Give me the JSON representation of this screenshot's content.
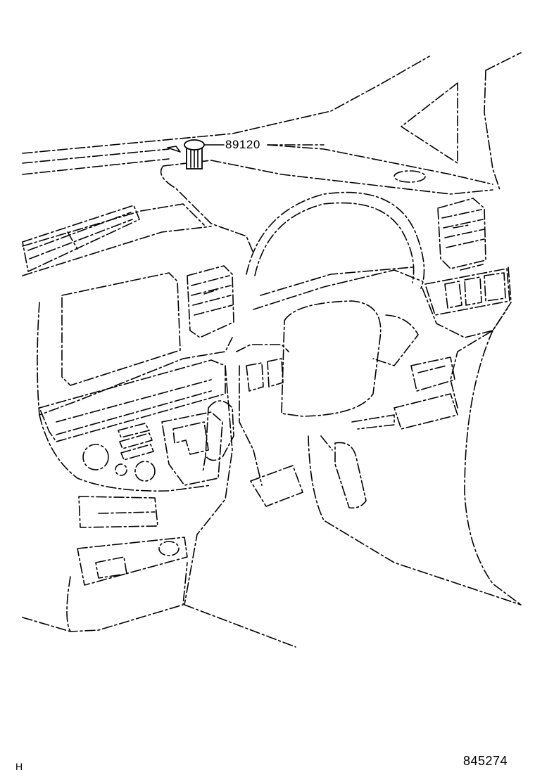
{
  "diagram": {
    "part_label": "89120",
    "sheet_code_left": "H",
    "sheet_code_right": "845274"
  }
}
